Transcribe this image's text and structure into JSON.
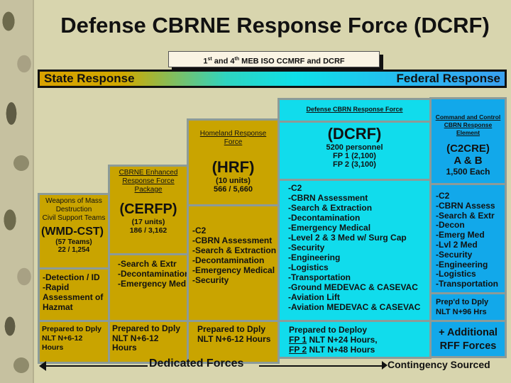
{
  "title": "Defense CBRNE Response Force (DCRF)",
  "subtitle": {
    "a": "1",
    "a_sup": "st",
    "b": " and 4",
    "b_sup": "th",
    "c": " MEB ISO CCMRF and DCRF"
  },
  "response_bar": {
    "left": "State Response",
    "right": "Federal Response",
    "colors": {
      "state": "#d8a200",
      "federal": "#3aa0f0"
    }
  },
  "columns": {
    "wmd": {
      "full_name": [
        "Weapons of Mass",
        "Destruction",
        "Civil Support Teams"
      ],
      "abbr": "(WMD-CST)",
      "units": "(57 Teams)",
      "personnel": "22 / 1,254",
      "capabilities": [
        "-Detection / ID",
        "-Rapid",
        "Assessment of",
        "Hazmat"
      ],
      "deploy": [
        "Prepared to Dply",
        "NLT N+6-12",
        "Hours"
      ]
    },
    "cerfp": {
      "full_name": [
        "CBRNE Enhanced",
        "Response Force",
        "Package"
      ],
      "abbr": "(CERFP)",
      "units": "(17 units)",
      "personnel": "186 / 3,162",
      "capabilities": [
        "-Search & Extr",
        "-Decontamination",
        "-Emergency Med"
      ],
      "deploy": [
        "Prepared to Dply",
        "NLT N+6-12",
        "Hours"
      ]
    },
    "hrf": {
      "full_name": [
        "Homeland Response",
        "Force"
      ],
      "abbr": "(HRF)",
      "units": "(10 units)",
      "personnel": "566 / 5,660",
      "capabilities": [
        "-C2",
        "-CBRN Assessment",
        "-Search & Extraction",
        "-Decontamination",
        "-Emergency Medical",
        "-Security"
      ],
      "deploy": [
        "Prepared to Dply",
        "NLT N+6-12 Hours"
      ]
    },
    "dcrf": {
      "full_name": "Defense CBRN Response Force",
      "abbr": "(DCRF)",
      "personnel": "5200 personnel",
      "fp1": "FP 1 (2,100)",
      "fp2": "FP 2 (3,100)",
      "capabilities": [
        "-C2",
        "-CBRN Assessment",
        "-Search & Extraction",
        "-Decontamination",
        "-Emergency Medical",
        "-Level 2 & 3 Med w/ Surg Cap",
        "-Security",
        "-Engineering",
        "-Logistics",
        "-Transportation",
        "-Ground MEDEVAC & CASEVAC",
        "-Aviation Lift",
        "-Aviation MEDEVAC & CASEVAC"
      ],
      "deploy": {
        "line1": "Prepared to Deploy",
        "fp1": "FP 1",
        "fp1_text": " NLT N+24 Hours,",
        "fp2": "FP 2",
        "fp2_text": " NLT N+48 Hours"
      }
    },
    "c2cre": {
      "full_name": [
        "Command and Control",
        "CBRN Response",
        "Element"
      ],
      "abbr": "(C2CRE)",
      "sub": "A & B",
      "personnel": "1,500 Each",
      "capabilities": [
        "-C2",
        "-CBRN Assess",
        "-Search & Extr",
        "-Decon",
        "-Emerg Med",
        "-Lvl 2 Med",
        "-Security",
        "-Engineering",
        "-Logistics",
        "-Transportation"
      ],
      "deploy": [
        "Prep'd to Dply",
        "NLT N+96 Hrs"
      ],
      "additional": [
        "+ Additional",
        "RFF Forces"
      ]
    }
  },
  "footer": {
    "dedicated": "Dedicated Forces",
    "contingency": "Contingency Sourced"
  }
}
